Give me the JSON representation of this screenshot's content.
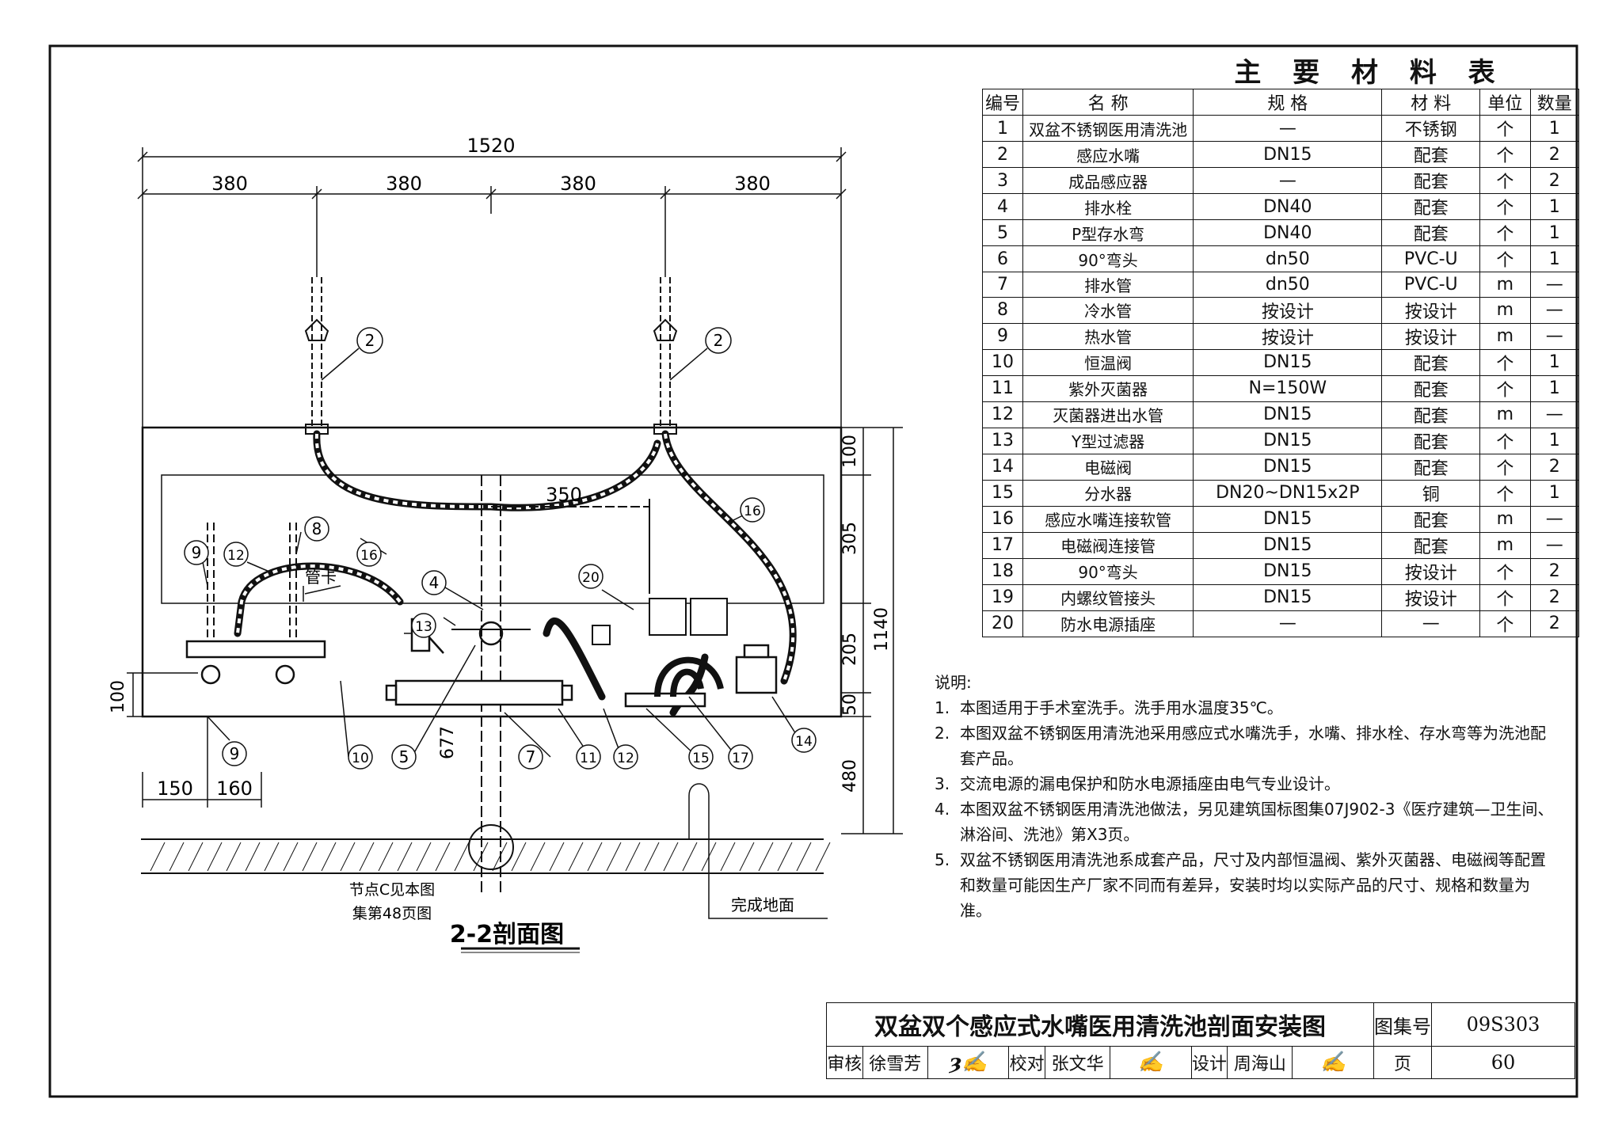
{
  "material_table": {
    "title": "主 要 材 料 表",
    "headers": [
      "编号",
      "名  称",
      "规  格",
      "材  料",
      "单位",
      "数量"
    ],
    "rows": [
      [
        "1",
        "双盆不锈钢医用清洗池",
        "—",
        "不锈钢",
        "个",
        "1"
      ],
      [
        "2",
        "感应水嘴",
        "DN15",
        "配套",
        "个",
        "2"
      ],
      [
        "3",
        "成品感应器",
        "—",
        "配套",
        "个",
        "2"
      ],
      [
        "4",
        "排水栓",
        "DN40",
        "配套",
        "个",
        "1"
      ],
      [
        "5",
        "P型存水弯",
        "DN40",
        "配套",
        "个",
        "1"
      ],
      [
        "6",
        "90°弯头",
        "dn50",
        "PVC-U",
        "个",
        "1"
      ],
      [
        "7",
        "排水管",
        "dn50",
        "PVC-U",
        "m",
        "—"
      ],
      [
        "8",
        "冷水管",
        "按设计",
        "按设计",
        "m",
        "—"
      ],
      [
        "9",
        "热水管",
        "按设计",
        "按设计",
        "m",
        "—"
      ],
      [
        "10",
        "恒温阀",
        "DN15",
        "配套",
        "个",
        "1"
      ],
      [
        "11",
        "紫外灭菌器",
        "N=150W",
        "配套",
        "个",
        "1"
      ],
      [
        "12",
        "灭菌器进出水管",
        "DN15",
        "配套",
        "m",
        "—"
      ],
      [
        "13",
        "Y型过滤器",
        "DN15",
        "配套",
        "个",
        "1"
      ],
      [
        "14",
        "电磁阀",
        "DN15",
        "配套",
        "个",
        "2"
      ],
      [
        "15",
        "分水器",
        "DN20~DN15x2P",
        "铜",
        "个",
        "1"
      ],
      [
        "16",
        "感应水嘴连接软管",
        "DN15",
        "配套",
        "m",
        "—"
      ],
      [
        "17",
        "电磁阀连接管",
        "DN15",
        "配套",
        "m",
        "—"
      ],
      [
        "18",
        "90°弯头",
        "DN15",
        "按设计",
        "个",
        "2"
      ],
      [
        "19",
        "内螺纹管接头",
        "DN15",
        "按设计",
        "个",
        "2"
      ],
      [
        "20",
        "防水电源插座",
        "—",
        "—",
        "个",
        "2"
      ]
    ]
  },
  "notes": {
    "heading": "说明:",
    "items": [
      {
        "num": "1.",
        "text": "本图适用于手术室洗手。洗手用水温度35℃。"
      },
      {
        "num": "2.",
        "text": "本图双盆不锈钢医用清洗池采用感应式水嘴洗手，水嘴、排水栓、存水弯等为洗池配套产品。"
      },
      {
        "num": "3.",
        "text": "交流电源的漏电保护和防水电源插座由电气专业设计。"
      },
      {
        "num": "4.",
        "text": "本图双盆不锈钢医用清洗池做法，另见建筑国标图集07J902-3《医疗建筑—卫生间、淋浴间、洗池》第X3页。"
      },
      {
        "num": "5.",
        "text": "双盆不锈钢医用清洗池系成套产品，尺寸及内部恒温阀、紫外灭菌器、电磁阀等配置和数量可能因生产厂家不同而有差异，安装时均以实际产品的尺寸、规格和数量为准。"
      }
    ]
  },
  "drawing": {
    "title": "2-2剖面图",
    "dims": {
      "total": "1520",
      "seg1": "380",
      "seg2": "380",
      "seg3": "380",
      "seg4": "380",
      "d350": "350",
      "v100": "100",
      "v305": "305",
      "v205": "205",
      "v50": "50",
      "v1140": "1140",
      "v480": "480",
      "left100": "100",
      "d677": "677",
      "d150": "150",
      "d160": "160"
    },
    "labels": {
      "pipe_clip": "管卡",
      "node_note_1": "节点C见本图",
      "node_note_2": "集第48页图",
      "finish_floor": "完成地面"
    },
    "balloons": [
      "2",
      "2",
      "9",
      "12",
      "16",
      "8",
      "4",
      "13",
      "20",
      "16",
      "10",
      "5",
      "7",
      "11",
      "12",
      "15",
      "17",
      "14",
      "9"
    ]
  },
  "title_block": {
    "drawing_title": "双盆双个感应式水嘴医用清洗池剖面安装图",
    "atlas_label": "图集号",
    "atlas_no": "09S303",
    "review_label": "审核",
    "reviewer": "徐雪芳",
    "check_label": "校对",
    "checker": "张文华",
    "design_label": "设计",
    "designer": "周海山",
    "page_label": "页",
    "page_no": "60"
  }
}
